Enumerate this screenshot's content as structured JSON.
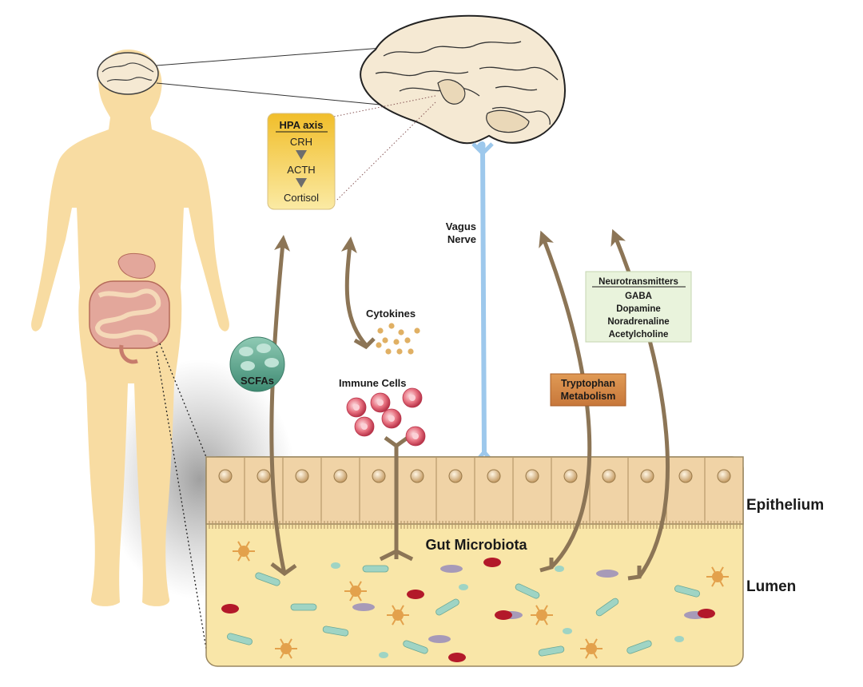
{
  "hpa": {
    "title": "HPA axis",
    "steps": [
      "CRH",
      "ACTH",
      "Cortisol"
    ]
  },
  "vagus": {
    "line1": "Vagus",
    "line2": "Nerve"
  },
  "cytokines": "Cytokines",
  "immune_cells": "Immune Cells",
  "scfas": "SCFAs",
  "neurotransmitters": {
    "title": "Neurotransmitters",
    "items": [
      "GABA",
      "Dopamine",
      "Noradrenaline",
      "Acetylcholine"
    ]
  },
  "tryptophan": {
    "line1": "Tryptophan",
    "line2": "Metabolism"
  },
  "gut_microbiota": "Gut Microbiota",
  "epithelium": "Epithelium",
  "lumen": "Lumen",
  "colors": {
    "body": "#f8dca2",
    "brain": "#f5e9d3",
    "arrow": "#8c7556",
    "vagus": "#9dc8ec",
    "hpa_box": "#f3c93f",
    "lumen": "#f9e6a8",
    "epithelium": "#f0d3a6",
    "scfa": "#5aa38c",
    "tryptophan_box": "#d58a45",
    "neuro_box": "#e9f3dc",
    "immune": "#e7707f",
    "cytokine": "#e0b064"
  }
}
